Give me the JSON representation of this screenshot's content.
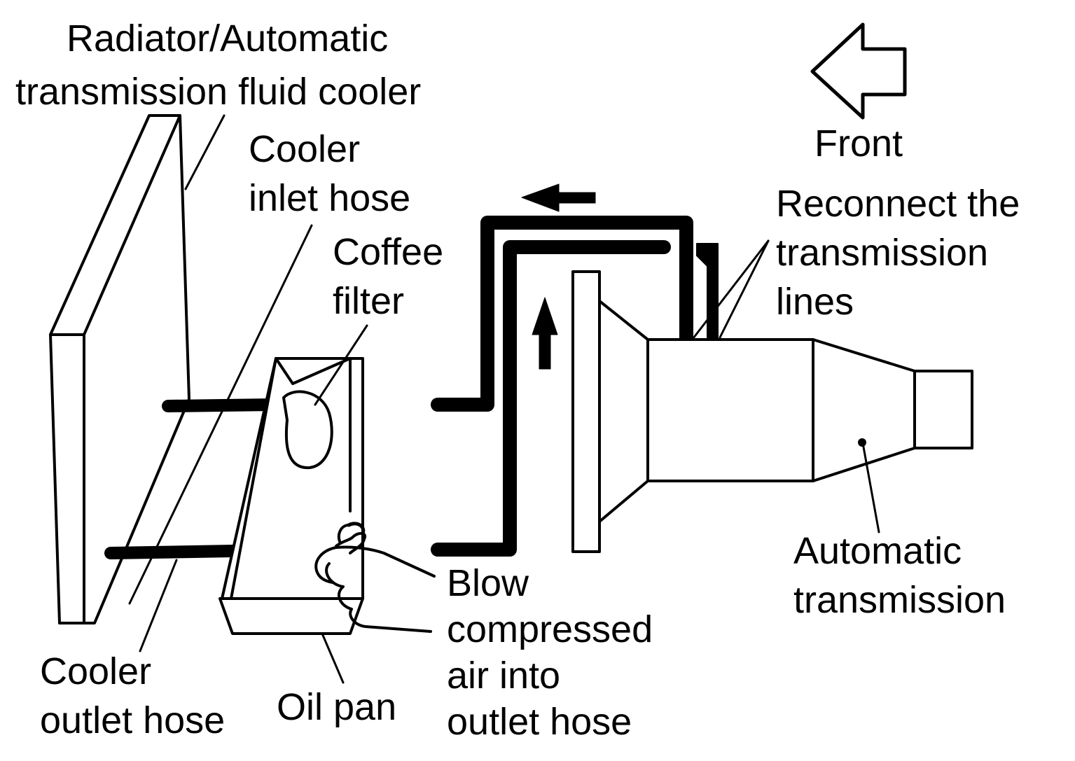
{
  "labels": {
    "radiator_line1": "Radiator/Automatic",
    "radiator_line2": "transmission fluid cooler",
    "cooler_inlet_line1": "Cooler",
    "cooler_inlet_line2": "inlet hose",
    "coffee_filter_line1": "Coffee",
    "coffee_filter_line2": "filter",
    "front": "Front",
    "reconnect_line1": "Reconnect the",
    "reconnect_line2": "transmission",
    "reconnect_line3": "lines",
    "auto_trans_line1": "Automatic",
    "auto_trans_line2": "transmission",
    "blow_line1": "Blow",
    "blow_line2": "compressed",
    "blow_line3": "air into",
    "blow_line4": "outlet hose",
    "cooler_outlet_line1": "Cooler",
    "cooler_outlet_line2": "outlet hose",
    "oil_pan": "Oil pan"
  }
}
